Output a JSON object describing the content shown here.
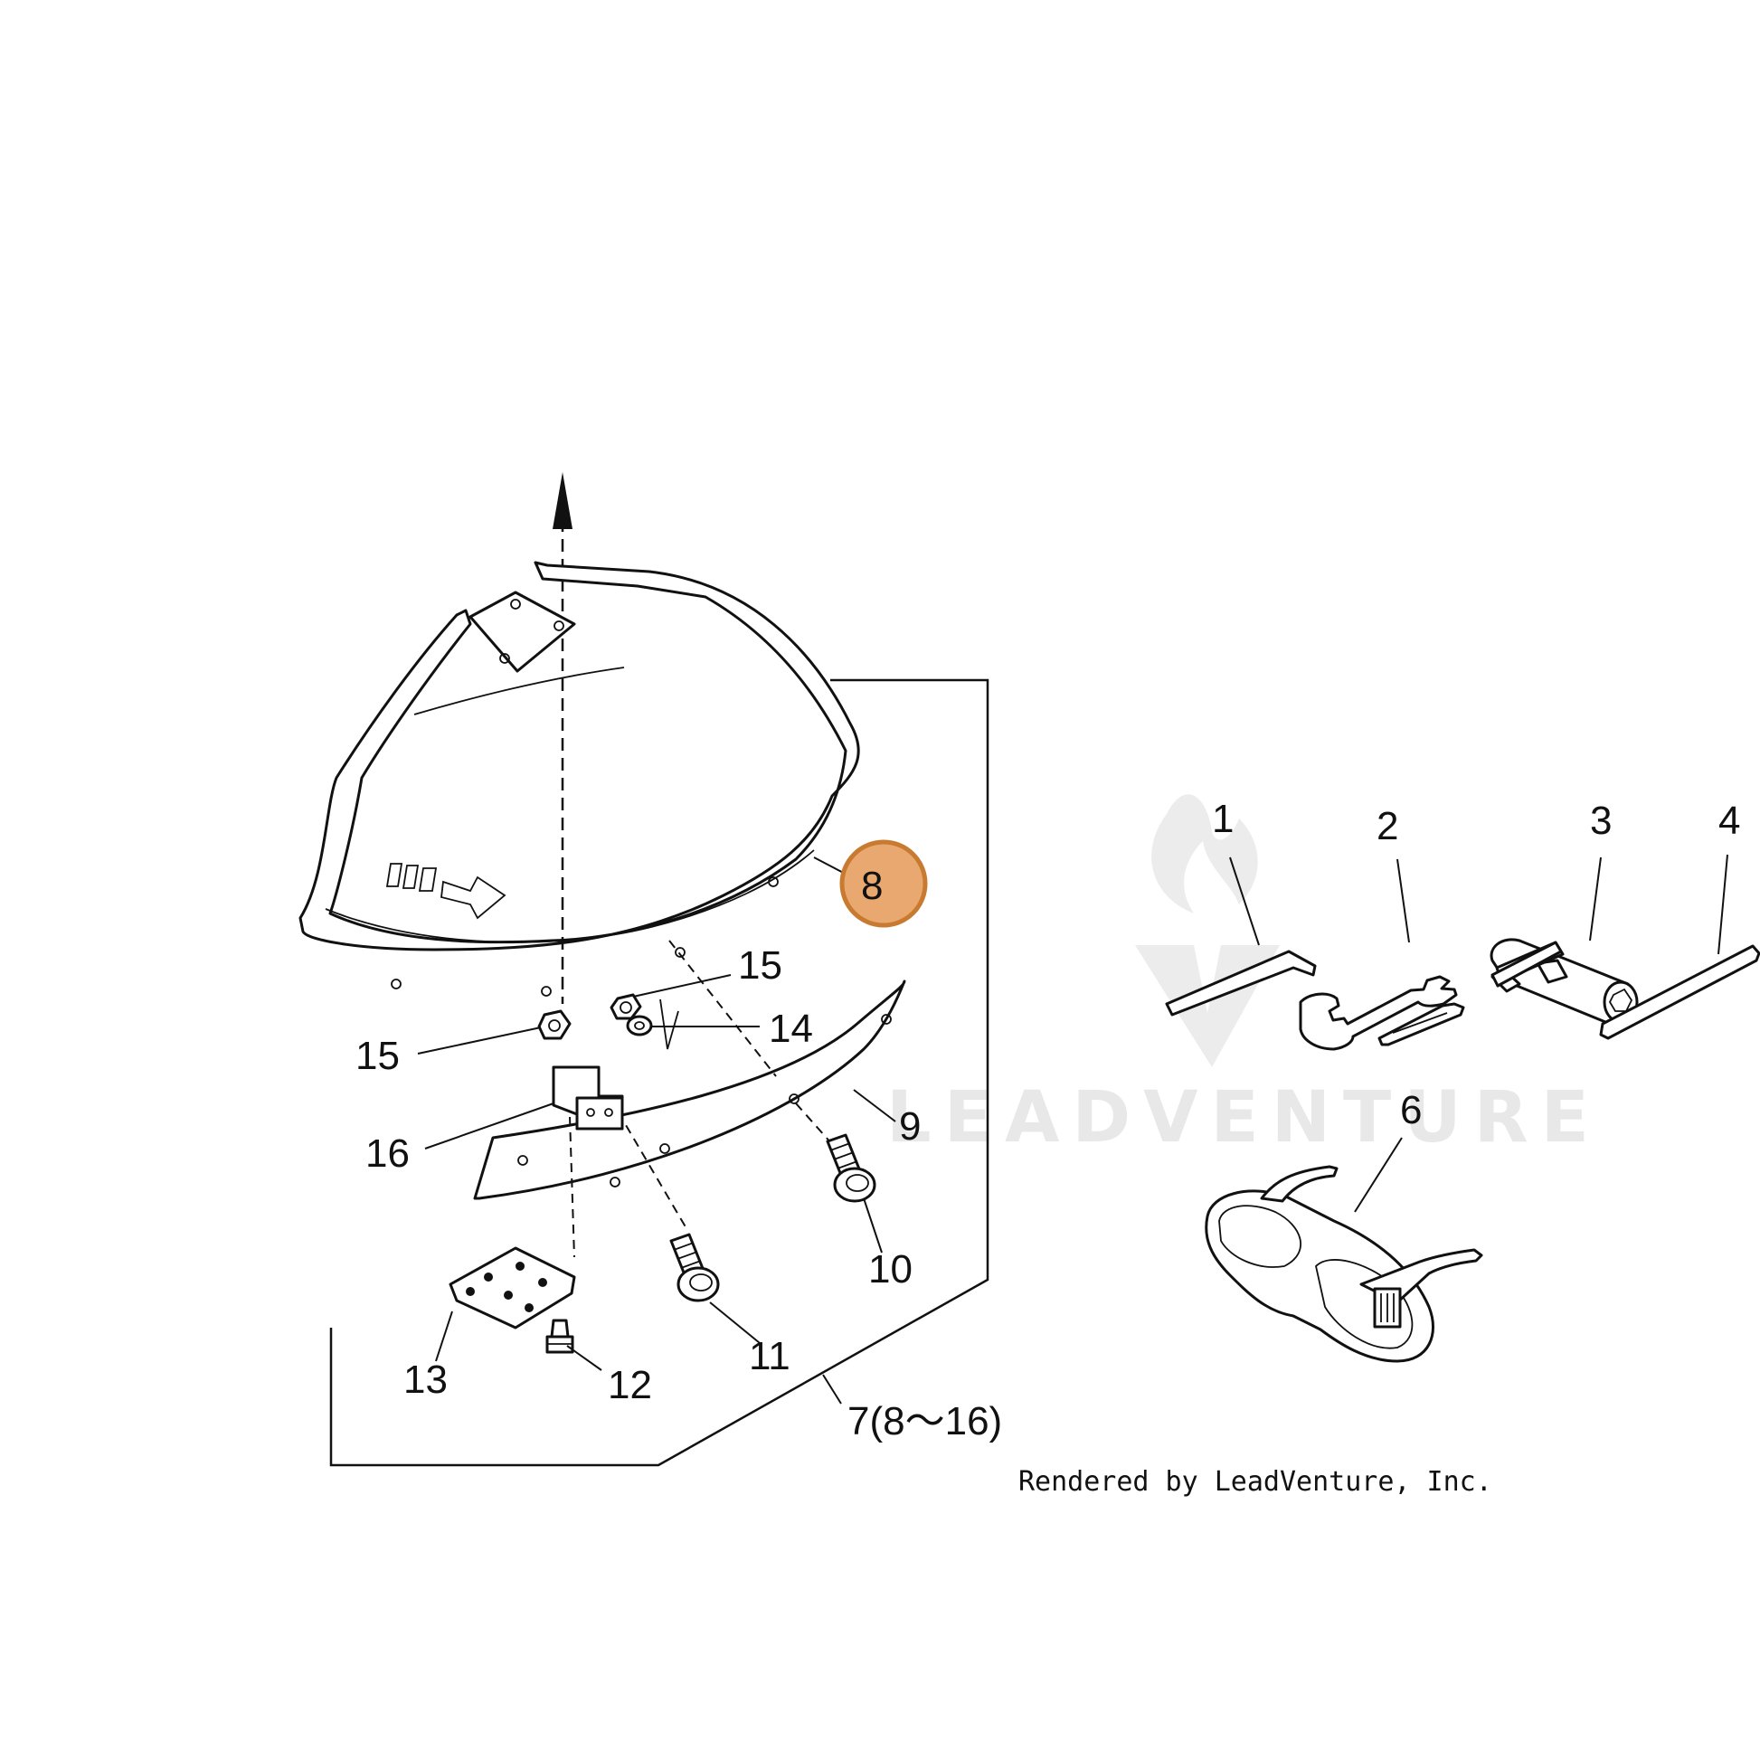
{
  "watermark": {
    "text": "LEADVENTURE"
  },
  "credit": "Rendered by LeadVenture, Inc.",
  "highlight": {
    "part": "8",
    "color": "#e9a870",
    "border": "#c87a30"
  },
  "callouts": {
    "c1": "1",
    "c2": "2",
    "c3": "3",
    "c4": "4",
    "c6": "6",
    "c7": "7(8〜16)",
    "c8": "8",
    "c9": "9",
    "c10": "10",
    "c11": "11",
    "c12": "12",
    "c13": "13",
    "c14": "14",
    "c15a": "15",
    "c15b": "15",
    "c16": "16"
  }
}
